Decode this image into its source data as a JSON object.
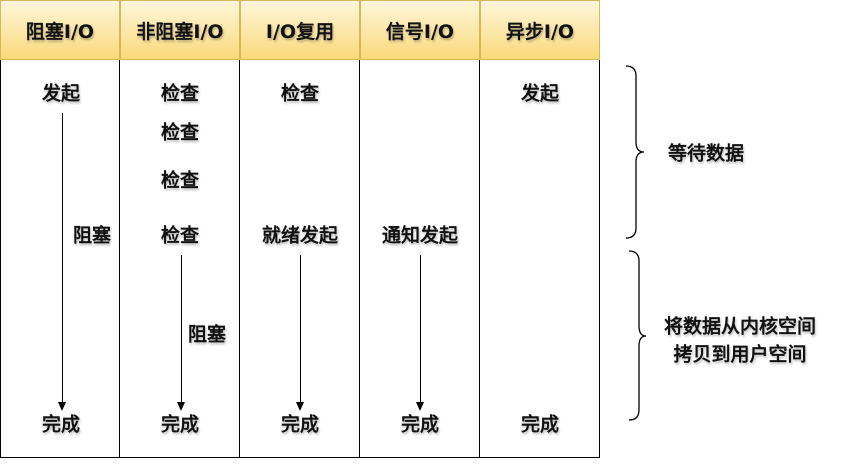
{
  "headers": [
    "阻塞I/O",
    "非阻塞I/O",
    "I/O复用",
    "信号I/O",
    "异步I/O"
  ],
  "blocking": {
    "start": "发起",
    "block": "阻塞",
    "done": "完成"
  },
  "nonblocking": {
    "check1": "检查",
    "check2": "检查",
    "check3": "检查",
    "check4": "检查",
    "block": "阻塞",
    "done": "完成"
  },
  "multiplexing": {
    "check": "检查",
    "ready": "就绪发起",
    "done": "完成"
  },
  "signal": {
    "notify": "通知发起",
    "done": "完成"
  },
  "async": {
    "start": "发起",
    "done": "完成"
  },
  "phases": {
    "wait": "等待数据",
    "copy_line1": "将数据从内核空间",
    "copy_line2": "拷贝到用户空间"
  }
}
